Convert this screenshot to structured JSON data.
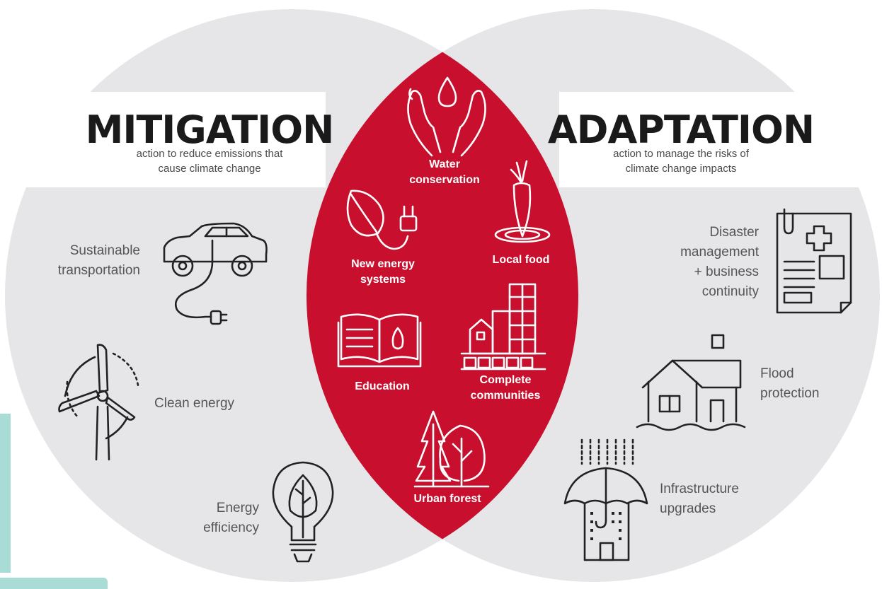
{
  "colors": {
    "circle": "#e6e6e9",
    "overlap": "#c8102e",
    "ink": "#222222",
    "teal": "#a9dcd6"
  },
  "mitigation": {
    "title": "MITIGATION",
    "subtitle_line1": "action to reduce emissions that",
    "subtitle_line2": "cause climate change",
    "items": [
      {
        "icon": "car-plug-icon",
        "line1": "Sustainable",
        "line2": "transportation"
      },
      {
        "icon": "wind-turbine-icon",
        "line1": "Clean energy",
        "line2": ""
      },
      {
        "icon": "lightbulb-leaf-icon",
        "line1": "Energy",
        "line2": "efficiency"
      }
    ]
  },
  "adaptation": {
    "title": "ADAPTATION",
    "subtitle_line1": "action to manage the risks of",
    "subtitle_line2": "climate change impacts",
    "items": [
      {
        "icon": "medical-document-icon",
        "line1": "Disaster",
        "line2": "management",
        "line3": "+ business",
        "line4": "continuity"
      },
      {
        "icon": "flooded-house-icon",
        "line1": "Flood",
        "line2": "protection"
      },
      {
        "icon": "umbrella-building-icon",
        "line1": "Infrastructure",
        "line2": "upgrades"
      }
    ]
  },
  "overlap": {
    "items": [
      {
        "icon": "hands-water-drop-icon",
        "line1": "Water",
        "line2": "conservation"
      },
      {
        "icon": "leaf-plug-icon",
        "line1": "New energy",
        "line2": "systems"
      },
      {
        "icon": "carrot-icon",
        "line1": "Local food",
        "line2": ""
      },
      {
        "icon": "open-book-icon",
        "line1": "Education",
        "line2": ""
      },
      {
        "icon": "city-buildings-icon",
        "line1": "Complete",
        "line2": "communities"
      },
      {
        "icon": "trees-icon",
        "line1": "Urban forest",
        "line2": ""
      }
    ]
  }
}
